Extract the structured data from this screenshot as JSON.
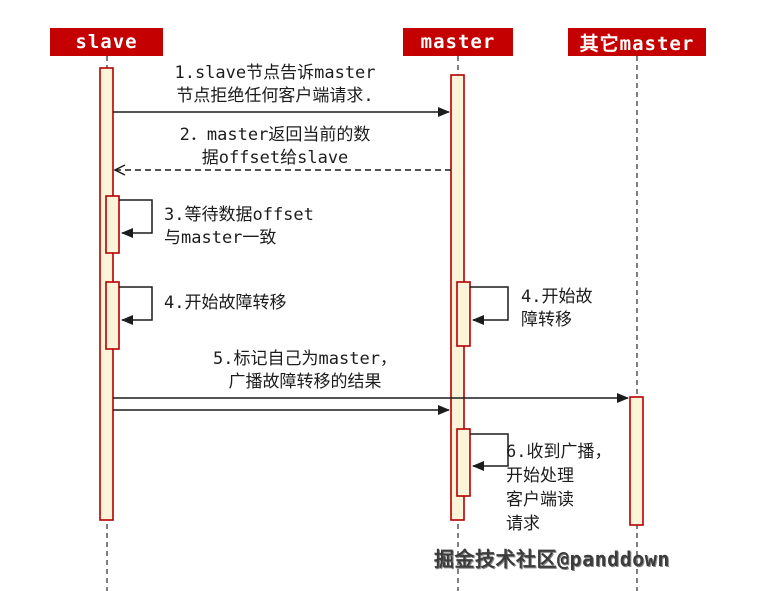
{
  "actors": {
    "slave": "slave",
    "master": "master",
    "other_master": "其它master"
  },
  "messages": {
    "m1": "1.slave节点告诉master\n节点拒绝任何客户端请求.",
    "m2": "2．master返回当前的数\n据offset给slave",
    "m3": "3.等待数据offset\n与master一致",
    "m4_slave": "4.开始故障转移",
    "m4_master": "4.开始故\n障转移",
    "m5": "5.标记自己为master，\n广播故障转移的结果",
    "m6": "6.收到广播，\n开始处理\n客户端读\n请求"
  },
  "watermark": "掘金技术社区@panddown",
  "colors": {
    "actor_bg": "#c40000",
    "actor_text": "#ffffff",
    "activation_fill": "#fcf4d9",
    "activation_border": "#b50000",
    "line": "#1c1c1c"
  }
}
